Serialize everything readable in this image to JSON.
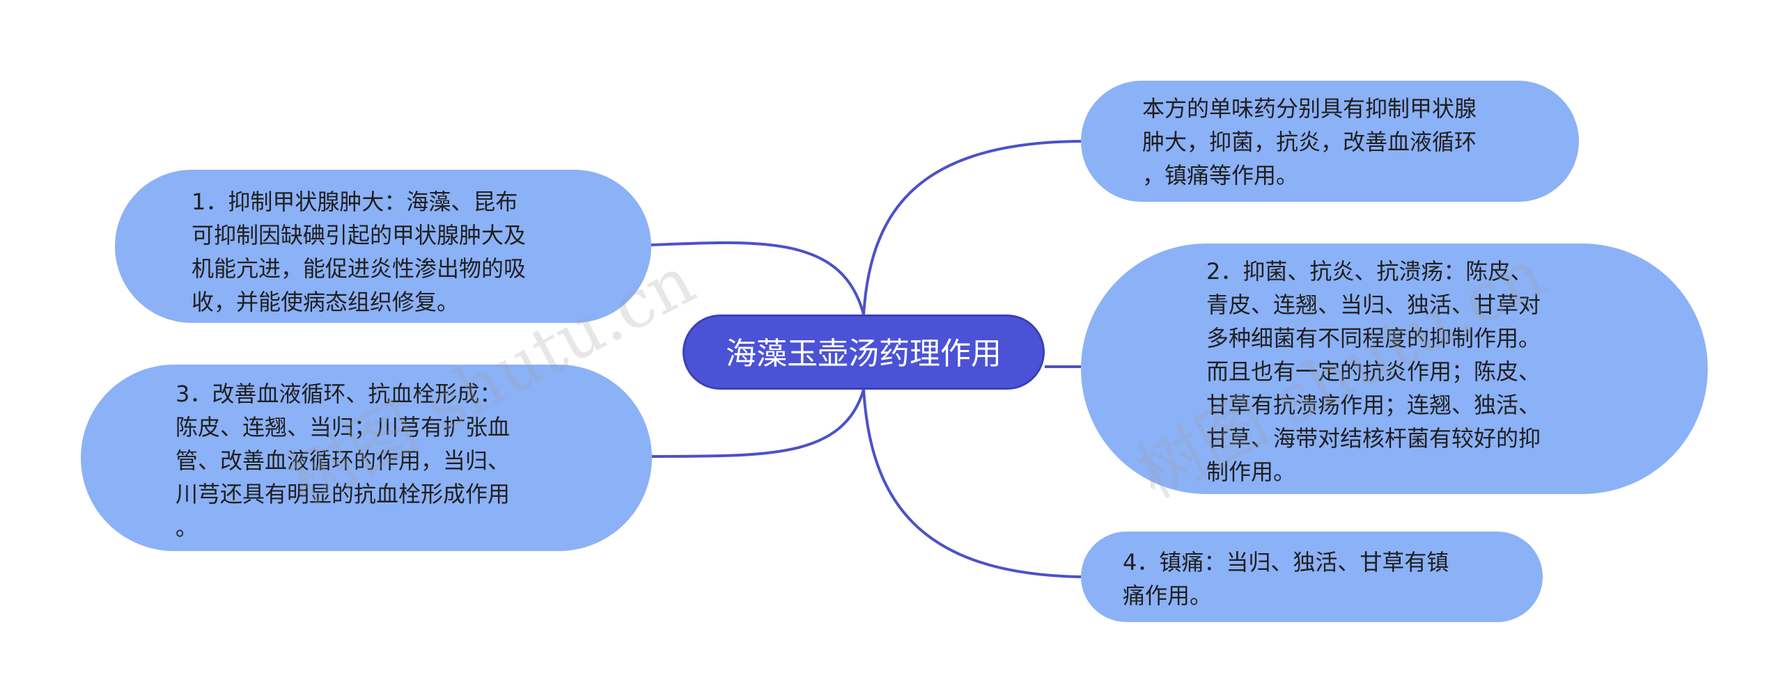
{
  "title": "海藻玉壶汤药理作用",
  "colors": {
    "center_fill": "#4b52d6",
    "node_fill": "#8bb1f7",
    "link": "#4b52c8",
    "text": "#1f1f1f"
  },
  "nodes": {
    "left_1": "1．抑制甲状腺肿大：海藻、昆布\n可抑制因缺碘引起的甲状腺肿大及\n机能亢进，能促进炎性渗出物的吸\n收，并能使病态组织修复。",
    "left_3": "3．改善血液循环、抗血栓形成：\n陈皮、连翘、当归；川芎有扩张血\n管、改善血液循环的作用，当归、\n川芎还具有明显的抗血栓形成作用\n。",
    "right_summary": "本方的单味药分别具有抑制甲状腺\n肿大，抑菌，抗炎，改善血液循环\n，镇痛等作用。",
    "right_2": "2．抑菌、抗炎、抗溃疡：陈皮、\n青皮、连翘、当归、独活、甘草对\n多种细菌有不同程度的抑制作用。\n而且也有一定的抗炎作用；陈皮、\n甘草有抗溃疡作用；连翘、独活、\n甘草、海带对结核杆菌有较好的抑\n制作用。",
    "right_4": "4．镇痛：当归、独活、甘草有镇\n痛作用。"
  },
  "watermarks": [
    "树图 shutu.cn",
    "树图 shutu.cn"
  ]
}
